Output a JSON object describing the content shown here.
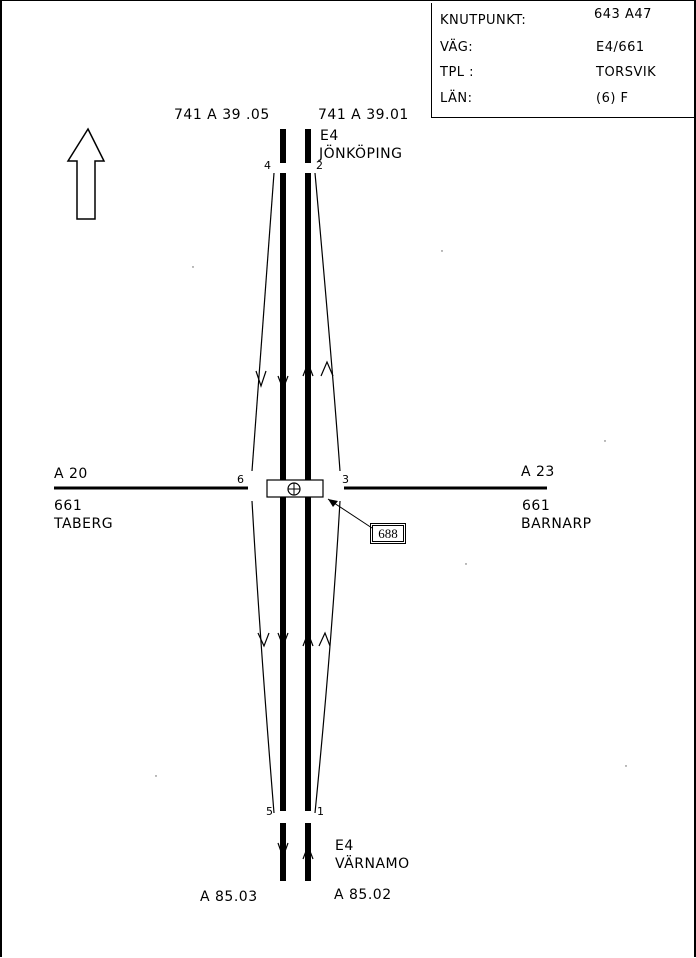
{
  "infobox": {
    "knutpunkt_key": "KNUTPUNKT:",
    "knutpunkt_val": "643 A47",
    "vag_key": "VÄG:",
    "vag_val": "E4/661",
    "tpl_key": "TPL :",
    "tpl_val": "TORSVIK",
    "lan_key": "LÄN:",
    "lan_val": "(6) F"
  },
  "labels": {
    "top_left_ref": "741 A 39 .05",
    "top_right_ref": "741 A 39.01",
    "north_road": "E4",
    "north_city": "JÖNKÖPING",
    "node_4": "4",
    "node_2": "2",
    "node_6": "6",
    "node_3": "3",
    "node_5": "5",
    "node_1": "1",
    "west_ref": "A 20",
    "west_road": "661",
    "west_city": "TABERG",
    "east_ref": "A 23",
    "east_road": "661",
    "east_city": "BARNARP",
    "bridge_id": "688",
    "south_road": "E4",
    "south_city": "VÄRNAMO",
    "bottom_left_ref": "A 85.03",
    "bottom_right_ref": "A 85.02"
  },
  "colors": {
    "ink": "#000000",
    "paper": "#ffffff"
  },
  "icons": {
    "north_arrow": "north-arrow-icon",
    "bridge": "bridge-icon"
  }
}
